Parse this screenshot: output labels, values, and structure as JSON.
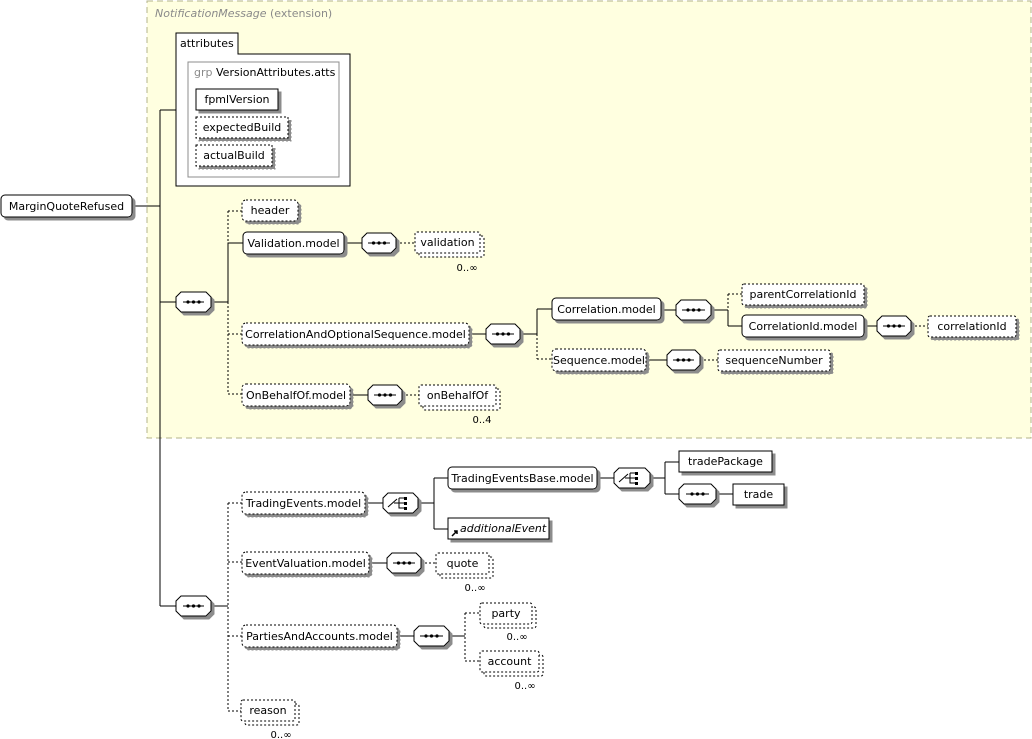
{
  "root": {
    "label": "MarginQuoteRefused"
  },
  "extension": {
    "type_name": "NotificationMessage",
    "suffix": "(extension)"
  },
  "attributes": {
    "tab_label": "attributes",
    "group_prefix": "grp",
    "group_name": "VersionAttributes.atts",
    "items": [
      "fpmlVersion",
      "expectedBuild",
      "actualBuild"
    ]
  },
  "elements": {
    "header": "header",
    "validation_model": "Validation.model",
    "validation": "validation",
    "validation_card": "0..∞",
    "corr_seq_model": "CorrelationAndOptionalSequence.model",
    "correlation_model": "Correlation.model",
    "parent_correlation_id": "parentCorrelationId",
    "correlation_id_model": "CorrelationId.model",
    "correlation_id": "correlationId",
    "sequence_model": "Sequence.model",
    "sequence_number": "sequenceNumber",
    "on_behalf_of_model": "OnBehalfOf.model",
    "on_behalf_of": "onBehalfOf",
    "on_behalf_of_card": "0..4",
    "trading_events_model": "TradingEvents.model",
    "trading_events_base_model": "TradingEventsBase.model",
    "trade_package": "tradePackage",
    "trade": "trade",
    "additional_event": "additionalEvent",
    "event_valuation_model": "EventValuation.model",
    "quote": "quote",
    "quote_card": "0..∞",
    "parties_accounts_model": "PartiesAndAccounts.model",
    "party": "party",
    "party_card": "0..∞",
    "account": "account",
    "account_card": "0..∞",
    "reason": "reason",
    "reason_card": "0..∞"
  },
  "colors": {
    "extension_fill": "#ffffe0",
    "extension_border": "#b3b38a",
    "box_shadow": "#8c8c8c"
  }
}
